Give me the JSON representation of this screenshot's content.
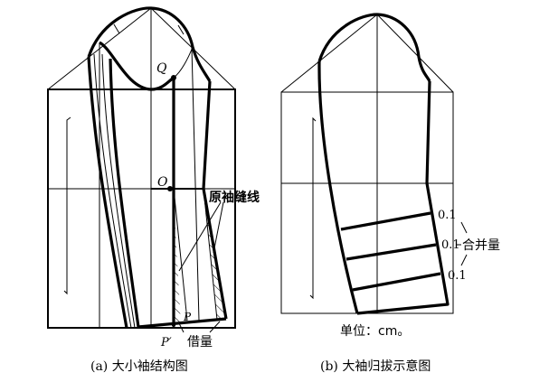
{
  "panel_a": {
    "caption": "(a) 大小袖结构图",
    "point_q": "Q",
    "point_o": "O",
    "point_p": "P",
    "point_p_prime": "P′",
    "label_original_seam": "原袖缝线",
    "label_borrow": "借量"
  },
  "panel_b": {
    "caption": "(b) 大袖归拔示意图",
    "values": [
      "0.1",
      "0.1",
      "0.1"
    ],
    "label_merge": "合并量",
    "unit_note": "单位：cm。"
  }
}
